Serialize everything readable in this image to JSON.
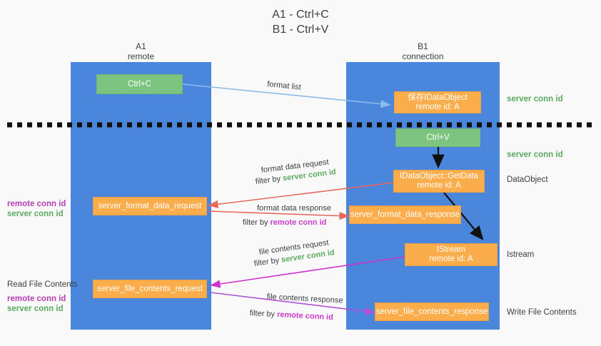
{
  "title": {
    "line1": "A1 - Ctrl+C",
    "line2": "B1 - Ctrl+V"
  },
  "lanes": [
    {
      "id": "a1",
      "name": "A1",
      "subtitle": "remote",
      "color": "#4a86dc"
    },
    {
      "id": "b1",
      "name": "B1",
      "subtitle": "connection",
      "color": "#4a86dc"
    }
  ],
  "nodes": {
    "ctrl_c": {
      "line1": "Ctrl+C",
      "line2": "",
      "color": "#7cc47f"
    },
    "save_dataobject": {
      "line1": "保存IDataObject",
      "line2": "remote id: A",
      "color": "#fbad4b"
    },
    "ctrl_v": {
      "line1": "Ctrl+V",
      "line2": "",
      "color": "#7cc47f"
    },
    "getdata": {
      "line1": "IDataObject::GetData",
      "line2": "remote id: A",
      "color": "#fbad4b"
    },
    "istream": {
      "line1": "IStream",
      "line2": "remote id: A",
      "color": "#fbad4b"
    },
    "fmt_req": {
      "line1": "server_format_data_request",
      "line2": "",
      "color": "#fbad4b"
    },
    "fmt_resp": {
      "line1": "server_format_data_response",
      "line2": "",
      "color": "#fbad4b"
    },
    "file_req": {
      "line1": "server_file_contents_request",
      "line2": "",
      "color": "#fbad4b"
    },
    "file_resp": {
      "line1": "server_file_contents_response",
      "line2": "",
      "color": "#fbad4b"
    }
  },
  "annotations": {
    "server_conn_top": {
      "text": "server conn id",
      "color": "#5aaa5e"
    },
    "server_conn_paste": {
      "text": "server conn id",
      "color": "#5aaa5e"
    },
    "dataobject": {
      "text": "DataObject",
      "color": "#3c4043"
    },
    "istream": {
      "text": "Istream",
      "color": "#3c4043"
    },
    "write_file_contents": {
      "text": "Write File Contents",
      "color": "#3c4043"
    },
    "read_file_contents": {
      "text": "Read File Contents",
      "color": "#3c4043"
    },
    "left_remote_1": {
      "text": "remote conn id",
      "color": "#b33fb3"
    },
    "left_server_1": {
      "text": "server conn id",
      "color": "#5aaa5e"
    },
    "left_remote_2": {
      "text": "remote conn id",
      "color": "#b33fb3"
    },
    "left_server_2": {
      "text": "server conn id",
      "color": "#5aaa5e"
    }
  },
  "edge_labels": {
    "format_list": {
      "text": "format list"
    },
    "format_data_request": {
      "text": "format data request"
    },
    "filter_server_1": {
      "prefix": "filter by ",
      "token": "server conn id"
    },
    "format_data_response": {
      "text": "format data response"
    },
    "filter_remote_1": {
      "prefix": "filter by ",
      "token": "remote conn id"
    },
    "file_contents_request": {
      "text": "file contents request"
    },
    "filter_server_2": {
      "prefix": "filter by ",
      "token": "server conn id"
    },
    "file_contents_response": {
      "text": "file contents response"
    },
    "filter_remote_2": {
      "prefix": "filter by ",
      "token": "remote conn id"
    }
  },
  "colors": {
    "lane": "#4a86dc",
    "green_node": "#7cc47f",
    "orange_node": "#fbad4b",
    "arrow_blue": "#8bbbe8",
    "arrow_red": "#e8685d",
    "arrow_magenta": "#cc33cc",
    "arrow_purple": "#b04fd8",
    "arrow_black": "#111111",
    "divider": "#111111",
    "background": "#f9f9f9"
  }
}
